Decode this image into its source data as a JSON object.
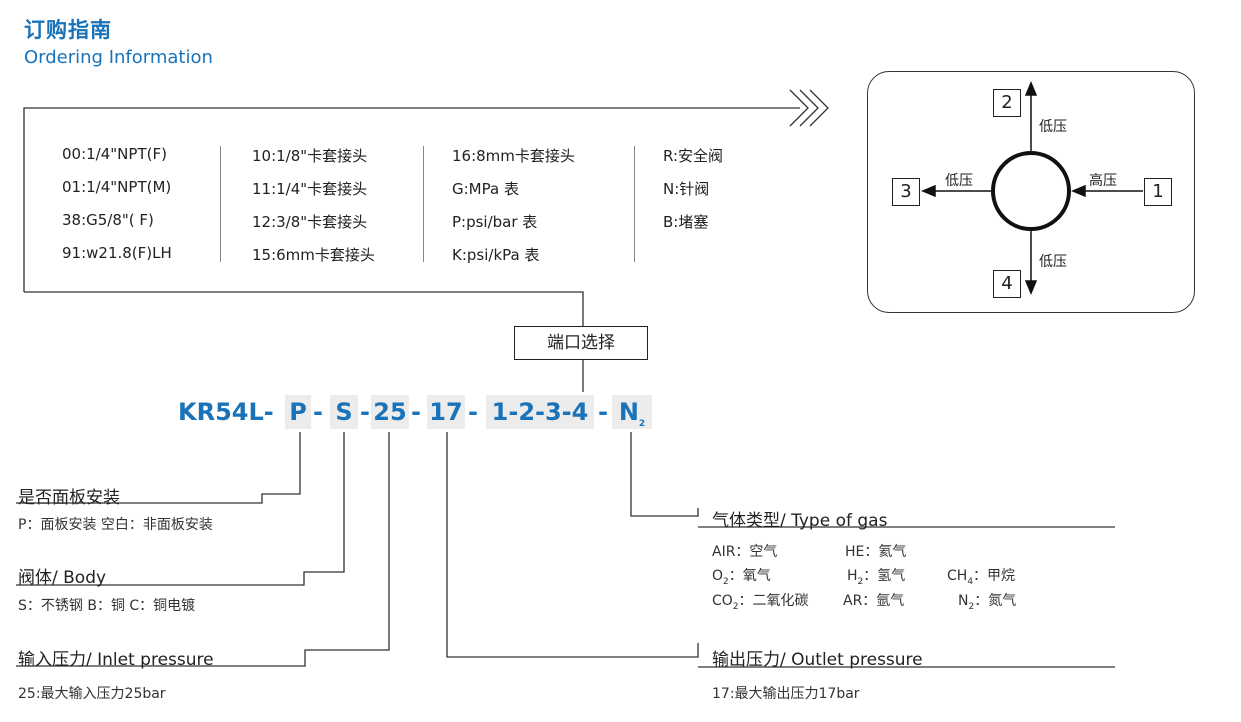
{
  "header": {
    "title_cn": "订购指南",
    "title_en": "Ordering Information"
  },
  "ports": {
    "col1": [
      "00:1/4\"NPT(F)",
      "01:1/4\"NPT(M)",
      "38:G5/8\"( F)",
      "91:w21.8(F)LH"
    ],
    "col2": [
      "10:1/8\"卡套接头",
      "11:1/4\"卡套接头",
      "12:3/8\"卡套接头",
      "15:6mm卡套接头"
    ],
    "col3": [
      "16:8mm卡套接头",
      "G:MPa 表",
      "P:psi/bar 表",
      "K:psi/kPa 表"
    ],
    "col4": [
      "R:安全阀",
      "N:针阀",
      "B:堵塞"
    ]
  },
  "port_selection_label": "端口选择",
  "model": {
    "prefix": "KR54L-",
    "p": "P",
    "s": "S",
    "inlet": "25",
    "outlet": "17",
    "ports": "1-2-3-4",
    "gas": "N",
    "gas_sub": "2",
    "dash": "-"
  },
  "panel": {
    "title": "是否面板安装",
    "desc": "P：面板安装   空白：非面板安装"
  },
  "body": {
    "title": "阀体/ Body",
    "desc": "S：不锈钢  B：铜  C：铜电镀"
  },
  "inlet": {
    "title": "输入压力/ Inlet pressure",
    "desc": "25:最大输入压力25bar"
  },
  "outlet": {
    "title": "输出压力/ Outlet pressure",
    "desc": "17:最大输出压力17bar"
  },
  "gas_type": {
    "title": "气体类型/ Type of gas",
    "air": "AIR：空气",
    "he": "HE：氦气",
    "o2_a": "O",
    "o2_b": "：氧气",
    "h2_a": "H",
    "h2_b": "：氢气",
    "ch4_a": "CH",
    "ch4_b": "：甲烷",
    "co2_a": "CO",
    "co2_b": "：二氧化碳",
    "ar": "AR：氩气",
    "n2_a": "N",
    "n2_b": "：氮气",
    "sub2": "2",
    "sub4": "4"
  },
  "diagram": {
    "port1": "1",
    "port2": "2",
    "port3": "3",
    "port4": "4",
    "high": "高压",
    "low": "低压"
  }
}
